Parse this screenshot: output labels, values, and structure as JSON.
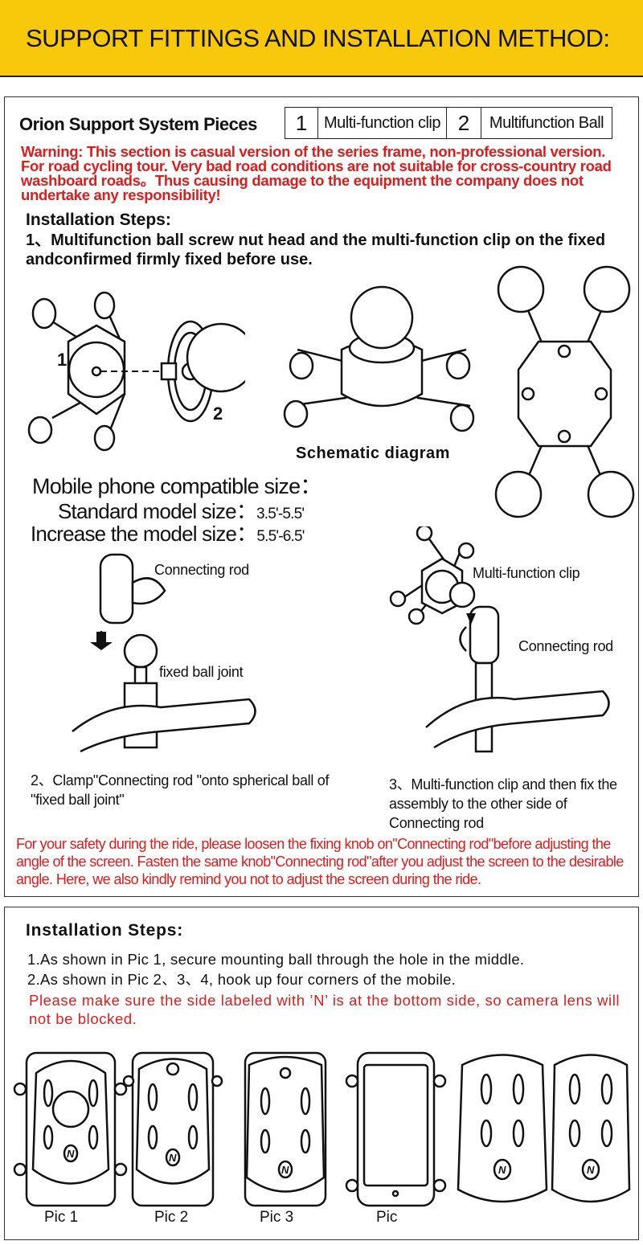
{
  "banner": {
    "title": "SUPPORT FITTINGS AND INSTALLATION METHOD:"
  },
  "pieces": {
    "title": "Orion Support System Pieces",
    "items": [
      {
        "num": "1",
        "name": "Multi-function clip"
      },
      {
        "num": "2",
        "name": "Multifunction Ball"
      }
    ]
  },
  "warning": "Warning: This section is casual version of the series frame, non-professional version. For road cycling tour. Very bad road conditions are not suitable for cross-country road washboard roads。Thus causing damage to the equipment the company does not undertake any responsibility!",
  "section1": {
    "heading": "Installation Steps:",
    "step1": "1、Multifunction ball screw nut head and the multi-function clip on the fixed andconfirmed firmly fixed before use.",
    "diagram_numbers": [
      "1",
      "2"
    ],
    "schematic_label": "Schematic diagram"
  },
  "compat": {
    "title": "Mobile phone compatible size：",
    "standard_label": "Standard model size：",
    "standard_value": "3.5'-5.5'",
    "increase_label": "Increase the model size：",
    "increase_value": "5.5'-6.5'"
  },
  "labels": {
    "connecting_rod": "Connecting rod",
    "fixed_ball_joint": "fixed ball joint",
    "multi_function_clip": "Multi-function clip",
    "connecting_rod_2": "Connecting rod"
  },
  "captions": {
    "step2": "2、Clamp\"Connecting rod \"onto spherical ball of \"fixed ball joint\"",
    "step3": "3、Multi-function clip and then fix the assembly to the other side of Connecting rod"
  },
  "safety": "For your safety during the ride, please loosen the fixing knob on\"Connecting rod\"before adjusting the angle of the screen. Fasten the same knob\"Connecting rod\"after you adjust the screen to the desirable angle. Here, we also kindly remind you not to adjust the screen during the ride.",
  "section2": {
    "heading": "Installation Steps:",
    "step1": "1.As shown in Pic 1, secure mounting ball through the hole in the middle.",
    "step2": "2.As shown in Pic 2、3、4, hook up four corners of the mobile.",
    "notice": "Please make sure the side labeled with ’N’ is at the bottom side, so camera lens will not be blocked.",
    "pics": [
      "Pic 1",
      "Pic 2",
      "Pic 3",
      "Pic"
    ],
    "n_mark": "N"
  },
  "colors": {
    "banner": "#f8c80b",
    "warning": "#e01b1b",
    "ink": "#111111"
  }
}
